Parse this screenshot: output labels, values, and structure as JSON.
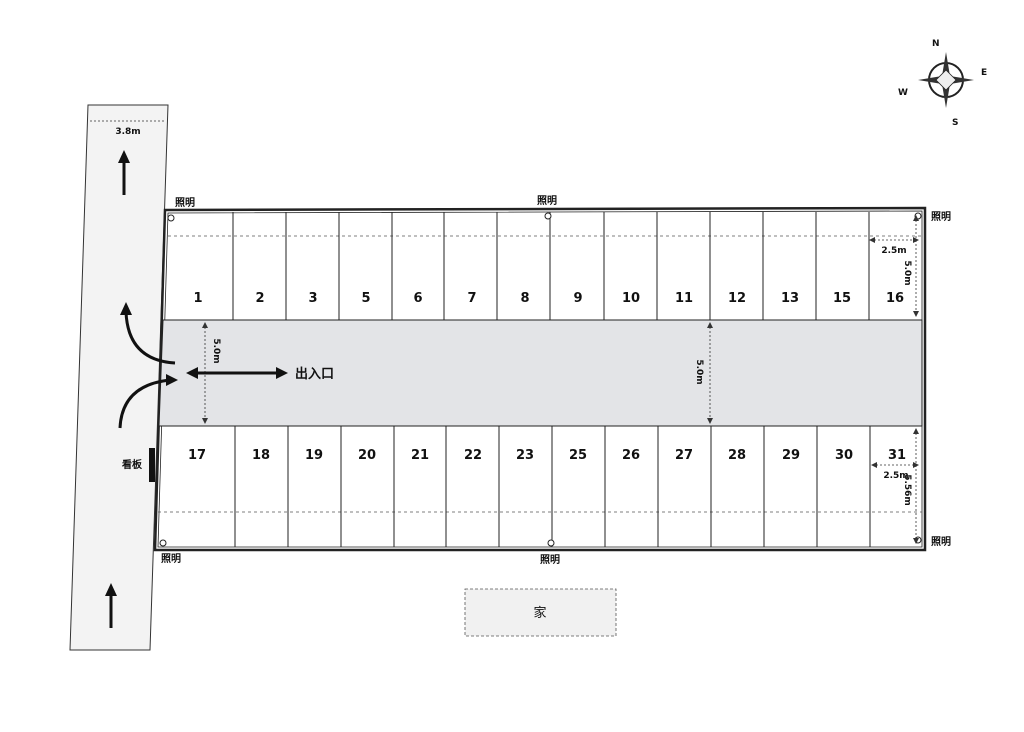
{
  "road": {
    "width_label": "3.8m"
  },
  "compass": {
    "n": "N",
    "e": "E",
    "s": "S",
    "w": "W"
  },
  "lights": {
    "label": "照明"
  },
  "top_row": [
    "1",
    "2",
    "3",
    "5",
    "6",
    "7",
    "8",
    "9",
    "10",
    "11",
    "12",
    "13",
    "15",
    "16"
  ],
  "bottom_row": [
    "17",
    "18",
    "19",
    "20",
    "21",
    "22",
    "23",
    "25",
    "26",
    "27",
    "28",
    "29",
    "30",
    "31"
  ],
  "dimensions": {
    "aisle_left": "5.0m",
    "aisle_mid": "5.0m",
    "stall_width_top": "2.5m",
    "stall_depth_top": "5.0m",
    "stall_width_bottom": "2.5m",
    "stall_depth_bottom": "5.56m"
  },
  "entrance": {
    "label": "出入口"
  },
  "sign": {
    "label": "看板"
  },
  "house": {
    "label": "家"
  },
  "colors": {
    "aisle": "#e3e4e7",
    "road": "#f3f3f3",
    "line": "#222222"
  }
}
